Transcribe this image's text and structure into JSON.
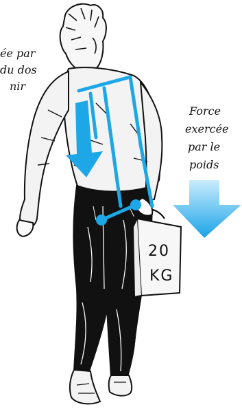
{
  "labels": {
    "left_line1": "ée par",
    "left_line2": "du dos",
    "left_line3": "nir",
    "right_line1": "Force",
    "right_line2": "exercée",
    "right_line3": "par le",
    "right_line4": "poids"
  },
  "bag": {
    "line1": "20",
    "line2": "KG"
  },
  "colors": {
    "skeleton_blue": "#1ea7e6",
    "arrow_blue_top": "#b9e6fb",
    "arrow_blue_bottom": "#1aa3e8",
    "ink": "#111111",
    "shirt": "#f4f4f4",
    "trousers": "#111111"
  }
}
